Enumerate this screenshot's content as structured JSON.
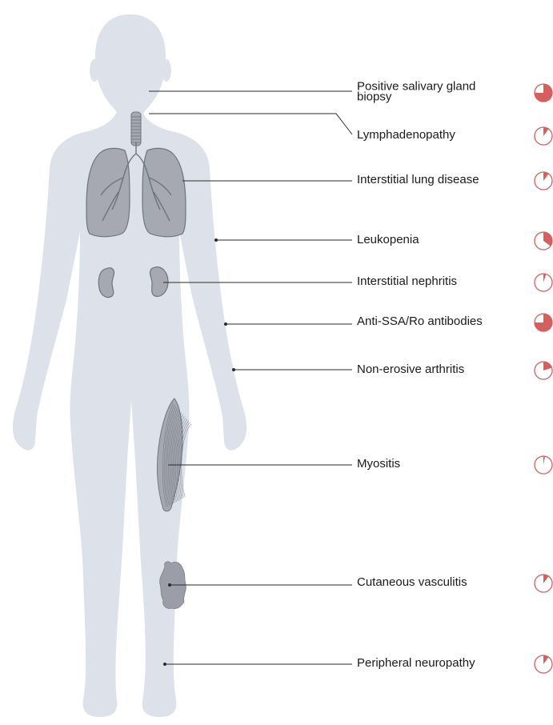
{
  "colors": {
    "body": "#dde1ea",
    "organ_fill": "#a6a9b2",
    "organ_stroke": "#6f737c",
    "callout_line": "#2a2a2a",
    "pie_fill": "#d45f5c",
    "pie_stroke": "#d45f5c"
  },
  "figure": {
    "icons": {
      "body": "female-body-silhouette",
      "lungs": "lungs-icon",
      "trachea": "trachea-icon",
      "kidneys": "kidney-icon",
      "muscle": "thigh-muscle-icon",
      "skin": "skin-lesion-icon"
    }
  },
  "manifestations": [
    {
      "label_lines": [
        "Positive salivary gland",
        "biopsy"
      ],
      "prevalence_fraction": 0.75,
      "site": "neck"
    },
    {
      "label_lines": [
        "Lymphadenopathy"
      ],
      "prevalence_fraction": 0.1,
      "site": "neck"
    },
    {
      "label_lines": [
        "Interstitial lung disease"
      ],
      "prevalence_fraction": 0.1,
      "site": "lungs"
    },
    {
      "label_lines": [
        "Leukopenia"
      ],
      "prevalence_fraction": 0.35,
      "site": "upper-arm"
    },
    {
      "label_lines": [
        "Interstitial nephritis"
      ],
      "prevalence_fraction": 0.05,
      "site": "kidney"
    },
    {
      "label_lines": [
        "Anti-SSA/Ro antibodies"
      ],
      "prevalence_fraction": 0.75,
      "site": "forearm"
    },
    {
      "label_lines": [
        "Non-erosive arthritis"
      ],
      "prevalence_fraction": 0.2,
      "site": "wrist"
    },
    {
      "label_lines": [
        "Myositis"
      ],
      "prevalence_fraction": 0.03,
      "site": "thigh"
    },
    {
      "label_lines": [
        "Cutaneous vasculitis"
      ],
      "prevalence_fraction": 0.1,
      "site": "shin"
    },
    {
      "label_lines": [
        "Peripheral neuropathy"
      ],
      "prevalence_fraction": 0.1,
      "site": "lower-leg"
    }
  ]
}
